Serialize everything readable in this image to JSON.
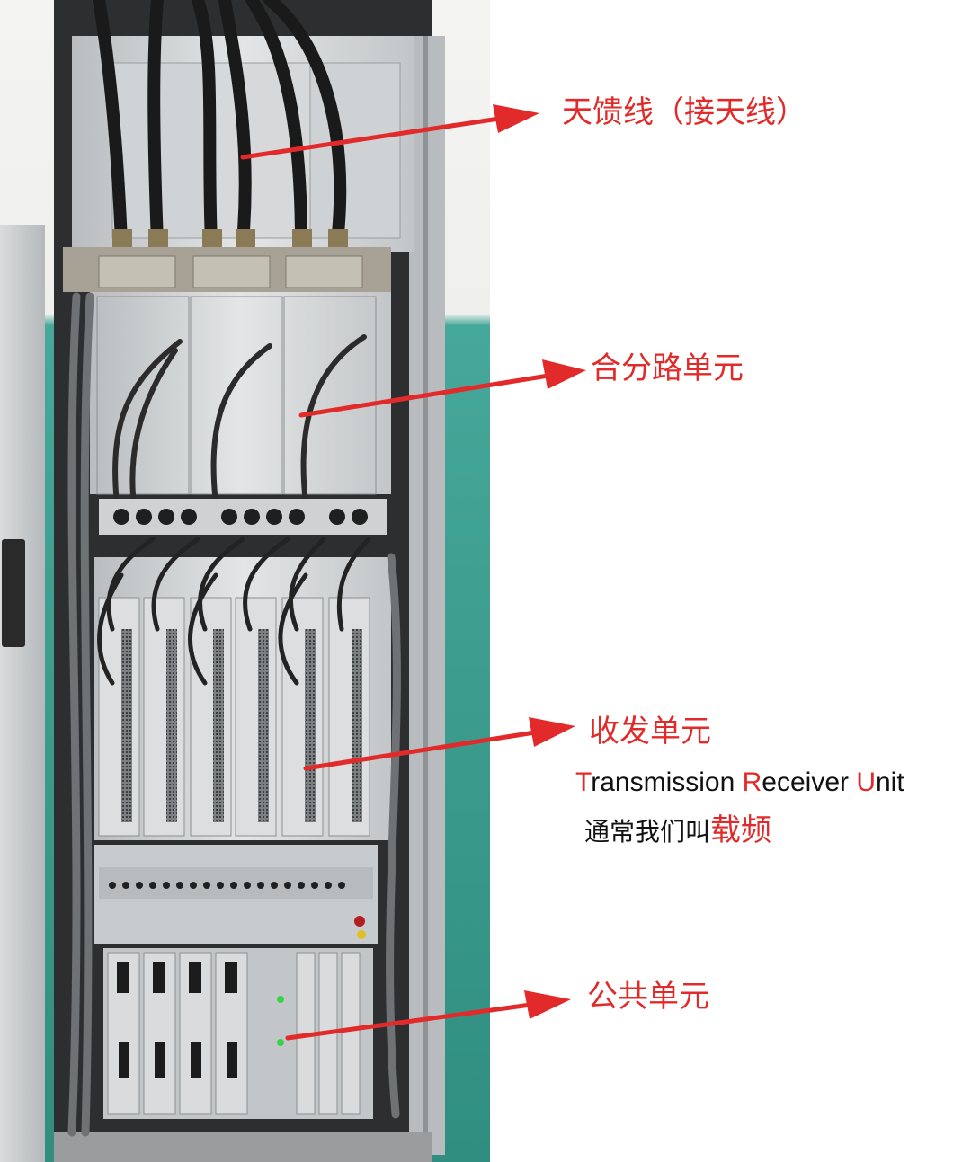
{
  "annotations": {
    "antenna_feeder": "天馈线（接天线）",
    "combiner_unit": "合分路单元",
    "transceiver_unit": "收发单元",
    "trx_line": {
      "t_letter": "T",
      "t_rest": "ransmission ",
      "r_letter": "R",
      "r_rest": "eceiver ",
      "u_letter": "U",
      "u_rest": "nit"
    },
    "carrier_line": {
      "prefix": "通常我们叫",
      "highlight": "载频"
    },
    "common_unit": "公共单元"
  },
  "colors": {
    "annotation_red": "#e32a2a",
    "wall_white": "#f5f5f3",
    "wall_teal": "#3a9a8c",
    "cabinet_grey": "#c9ccce"
  }
}
